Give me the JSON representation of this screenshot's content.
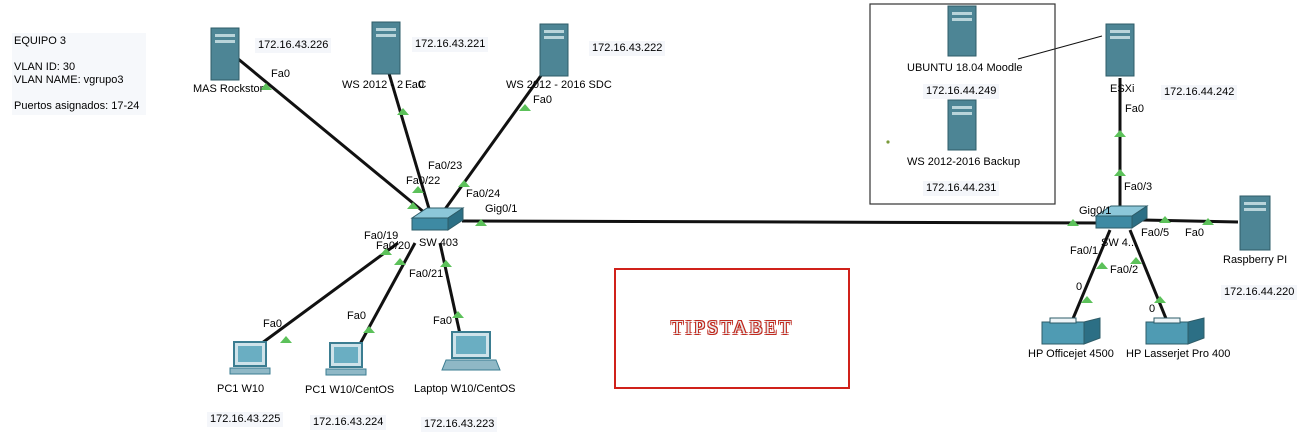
{
  "info": {
    "team": "EQUIPO 3",
    "vlan_id": "VLAN ID: 30",
    "vlan_name": "VLAN NAME: vgrupo3",
    "ports": "Puertos asignados: 17-24"
  },
  "devices": {
    "mas_rockstor": {
      "name": "MAS Rockstor",
      "ip": "172.16.43.226"
    },
    "ws2012_a": {
      "name": "WS 2012 - 2 ... C",
      "ip": "172.16.43.221"
    },
    "ws2012_sdc": {
      "name": "WS 2012 - 2016 SDC",
      "ip": "172.16.43.222"
    },
    "ubuntu": {
      "name": "UBUNTU 18.04 Moodle",
      "ip": "172.16.44.249"
    },
    "ws_backup": {
      "name": "WS 2012-2016 Backup",
      "ip": "172.16.44.231"
    },
    "esxi": {
      "name": "ESXi",
      "ip": "172.16.44.242"
    },
    "raspberry": {
      "name": "Raspberry PI",
      "ip": "172.16.44.220"
    },
    "pc1": {
      "name": "PC1 W10",
      "ip": "172.16.43.225"
    },
    "pc1b": {
      "name": "PC1 W10/CentOS",
      "ip": "172.16.43.224"
    },
    "laptop": {
      "name": "Laptop W10/CentOS",
      "ip": "172.16.43.223"
    },
    "hp4500": {
      "name": "HP Officejet 4500"
    },
    "hp400": {
      "name": "HP Lasserjet Pro 400"
    },
    "sw403": {
      "name": "SW 403"
    },
    "sw4": {
      "name": "SW 4..."
    }
  },
  "ports": {
    "fa0_rock": "Fa0",
    "fa0_ws": "Fa0",
    "fa0_sdc": "Fa0",
    "sw_fa022": "Fa0/22",
    "sw_fa023": "Fa0/23",
    "sw_fa024": "Fa0/24",
    "sw_gig": "Gig0/1",
    "sw_fa019": "Fa0/19",
    "sw_fa020": "Fa0/20",
    "sw_fa021": "Fa0/21",
    "fa0_pc1": "Fa0",
    "fa0_pc1b": "Fa0",
    "fa0_laptop": "Fa0",
    "esxi_fa0": "Fa0",
    "sw4_fa03": "Fa0/3",
    "sw4_gig": "Gig0/1",
    "sw4_fa05": "Fa0/5",
    "rasp_fa0": "Fa0",
    "sw4_fa01": "Fa0/1",
    "sw4_fa02": "Fa0/2",
    "hp4500_0": "0",
    "hp400_0": "0"
  },
  "brand": "TIPSTABET"
}
